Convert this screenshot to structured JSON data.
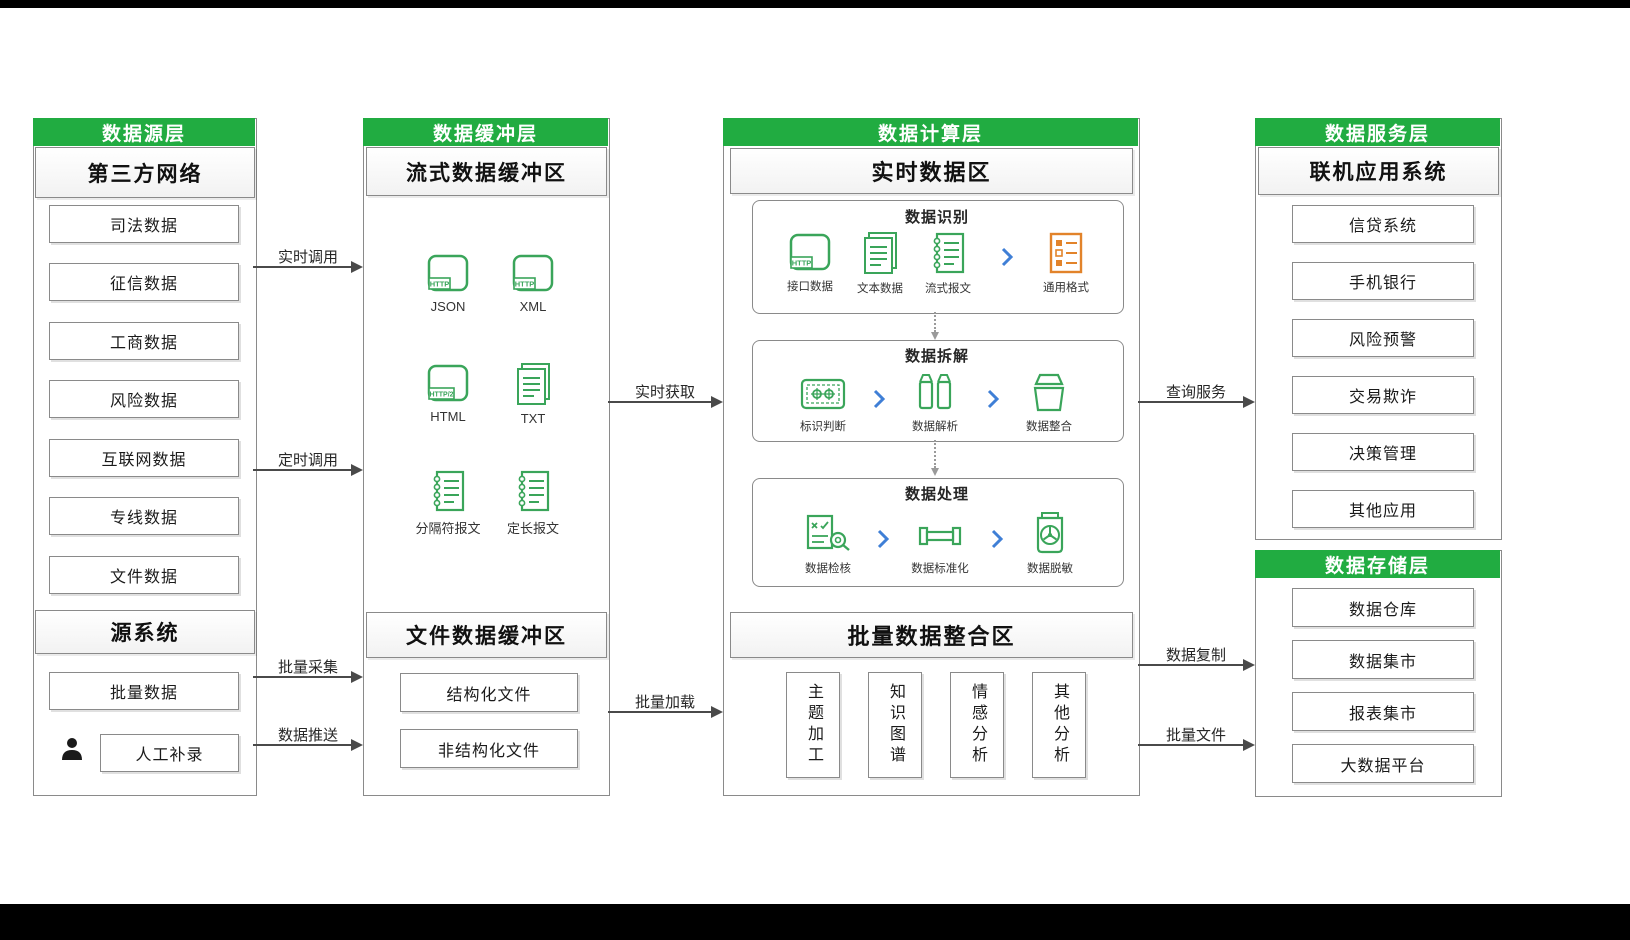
{
  "source_layer": {
    "title": "数据源层",
    "third_party": {
      "title": "第三方网络",
      "items": [
        "司法数据",
        "征信数据",
        "工商数据",
        "风险数据",
        "互联网数据",
        "专线数据",
        "文件数据"
      ]
    },
    "source_system": {
      "title": "源系统",
      "items": [
        "批量数据",
        "人工补录"
      ]
    }
  },
  "buffer_layer": {
    "title": "数据缓冲层",
    "stream_buffer": {
      "title": "流式数据缓冲区",
      "icons": [
        {
          "label": "JSON",
          "badge": "HTTP"
        },
        {
          "label": "XML",
          "badge": "HTTP"
        },
        {
          "label": "HTML",
          "badge": "HTTP/2"
        },
        {
          "label": "TXT"
        },
        {
          "label": "分隔符报文"
        },
        {
          "label": "定长报文"
        }
      ]
    },
    "file_buffer": {
      "title": "文件数据缓冲区",
      "items": [
        "结构化文件",
        "非结构化文件"
      ]
    }
  },
  "compute_layer": {
    "title": "数据计算层",
    "realtime_area": {
      "title": "实时数据区",
      "steps": [
        {
          "title": "数据识别",
          "icons": [
            {
              "label": "接口数据",
              "badge": "HTTP"
            },
            {
              "label": "文本数据"
            },
            {
              "label": "流式报文"
            },
            {
              "label": "通用格式"
            }
          ]
        },
        {
          "title": "数据拆解",
          "icons": [
            {
              "label": "标识判断"
            },
            {
              "label": "数据解析"
            },
            {
              "label": "数据整合"
            }
          ]
        },
        {
          "title": "数据处理",
          "icons": [
            {
              "label": "数据检核"
            },
            {
              "label": "数据标准化"
            },
            {
              "label": "数据脱敏"
            }
          ]
        }
      ]
    },
    "batch_area": {
      "title": "批量数据整合区",
      "items": [
        "主题加工",
        "知识图谱",
        "情感分析",
        "其他分析"
      ]
    }
  },
  "service_layer": {
    "title": "数据服务层",
    "online_apps": {
      "title": "联机应用系统",
      "items": [
        "信贷系统",
        "手机银行",
        "风险预警",
        "交易欺诈",
        "决策管理",
        "其他应用"
      ]
    }
  },
  "storage_layer": {
    "title": "数据存储层",
    "items": [
      "数据仓库",
      "数据集市",
      "报表集市",
      "大数据平台"
    ]
  },
  "arrows": {
    "realtime_call": "实时调用",
    "scheduled_call": "定时调用",
    "batch_collect": "批量采集",
    "data_push": "数据推送",
    "realtime_fetch": "实时获取",
    "batch_load": "批量加载",
    "query_service": "查询服务",
    "data_copy": "数据复制",
    "batch_file": "批量文件"
  },
  "colors": {
    "layer_header_green": "#21ac41",
    "icon_green": "#3aa55a",
    "icon_orange": "#e2832a",
    "chevron_blue": "#3f7fd6"
  }
}
